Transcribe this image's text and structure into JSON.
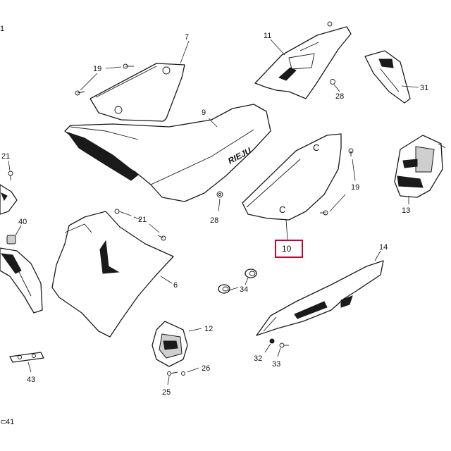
{
  "diagram": {
    "brand_text": "RIEJU",
    "highlight_color": "#cc0033",
    "highlighted_callout": "10",
    "seat_side_marks": [
      "C",
      "C"
    ],
    "callouts": {
      "c1": "1",
      "c7": "7",
      "c11": "11",
      "c19a": "19",
      "c28a": "28",
      "c31": "31",
      "c9": "9",
      "c21a": "21",
      "c19b": "19",
      "c13": "13",
      "c28b": "28",
      "c40": "40",
      "c21b": "21",
      "c10": "10",
      "c14": "14",
      "c6": "6",
      "c34": "34",
      "c12": "12",
      "c32": "32",
      "c33": "33",
      "c26": "26",
      "c25": "25",
      "c43": "43",
      "c41": "41",
      "c41_prefix": "⊂"
    }
  }
}
